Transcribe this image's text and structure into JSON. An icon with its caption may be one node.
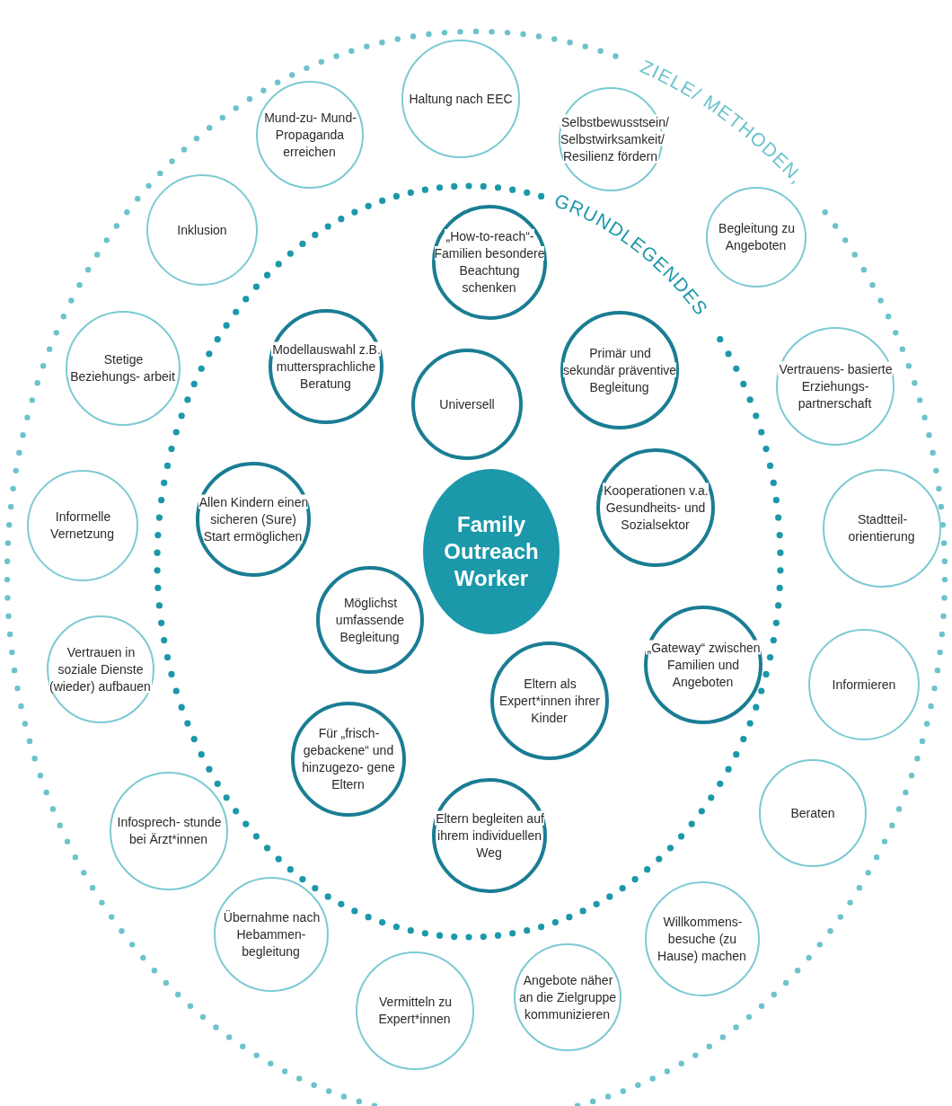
{
  "diagram": {
    "nodes": [
      {
        "text": [
          "ZIELE/ METHODEN,"
        ]
      },
      {
        "text": [
          "GRUNDLEGENDES"
        ],
        "in": 0
      },
      {
        "text": [
          "Haltung nach EEC"
        ],
        "in": 0
      },
      {
        "text": [
          "Mund-zu- Mund-Propaganda erreichen"
        ],
        "in": 0
      },
      {
        "text": [
          "Selbstbewusstsein/ Selbstwirksamkeit/ Resilienz fördern"
        ],
        "in": 0
      },
      {
        "text": [
          "Begleitung zu Angeboten"
        ],
        "in": 0
      },
      {
        "text": [
          "Inklusion"
        ],
        "in": 0
      },
      {
        "text": [
          "„How-to-reach“- Familien besondere Beachtung schenken"
        ],
        "in": 1
      },
      {
        "text": [
          "Primär und sekundär präventive Begleitung"
        ],
        "in": 1
      },
      {
        "text": [
          "Modellauswahl z.B. muttersprachliche Beratung"
        ],
        "in": 1
      },
      {
        "text": [
          "Stetige Beziehungs- arbeit"
        ],
        "in": 0
      },
      {
        "text": [
          "Vertrauens- basierte Erziehungs- partnerschaft"
        ],
        "in": 0
      },
      {
        "text": [
          "Universell"
        ],
        "in": 1
      },
      {
        "text": [
          "Kooperationen v.a. Gesundheits- und Sozialsektor"
        ],
        "in": 1
      },
      {
        "text": [
          "Allen Kindern einen sicheren (Sure) Start ermöglichen"
        ],
        "in": 1
      },
      {
        "text": [
          "Informelle Vernetzung"
        ],
        "in": 0
      },
      {
        "text": [
          "Stadtteil- orientierung"
        ],
        "in": 0
      },
      {
        "text": [
          "Family Outreach Worker"
        ],
        "in": 1
      },
      {
        "text": [
          "Möglichst umfassende Begleitung"
        ],
        "in": 1
      },
      {
        "text": [
          "„Gateway“ zwischen Familien und Angeboten"
        ],
        "in": 1
      },
      {
        "text": [
          "Vertrauen in soziale Dienste (wieder) aufbauen"
        ],
        "in": 0
      },
      {
        "text": [
          "Informieren"
        ],
        "in": 0
      },
      {
        "text": [
          "Eltern als Expert*innen ihrer Kinder"
        ],
        "in": 1
      },
      {
        "text": [
          "Für „frisch- gebackene“ und hinzugezo- gene Eltern"
        ],
        "in": 1
      },
      {
        "text": [
          "Infosprech- stunde bei Ärzt*innen"
        ],
        "in": 0
      },
      {
        "text": [
          "Beraten"
        ],
        "in": 0
      },
      {
        "text": [
          "Eltern begleiten auf ihrem individuellen Weg"
        ],
        "in": 1
      },
      {
        "text": [
          "Übernahme nach Hebammen- begleitung"
        ],
        "in": 0
      },
      {
        "text": [
          "Willkommens- besuche (zu Hause) machen"
        ],
        "in": 0
      },
      {
        "text": [
          "Angebote näher an die Zielgruppe kommunizieren"
        ],
        "in": 0
      },
      {
        "text": [
          "Vermitteln zu Expert*innen"
        ],
        "in": 0
      }
    ]
  }
}
